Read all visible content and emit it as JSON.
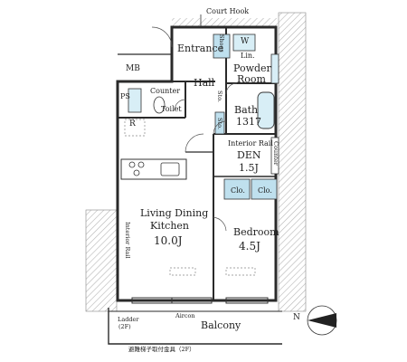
{
  "labels": {
    "court_hook": "Court Hook",
    "entrance": "Entrance",
    "shoes": "Shoes",
    "washer": "W",
    "lin": "Lin.",
    "powder_room_1": "Powder",
    "powder_room_2": "Room",
    "mb": "MB",
    "hall": "Hall",
    "ps": "PS",
    "counter_top": "Counter",
    "toilet": "Toilet",
    "r": "R",
    "sto1": "Sto.",
    "sto2": "Sto.",
    "bath": "Bath",
    "bath_size": "1317",
    "interior_rail_den": "Interior Rail",
    "den": "DEN",
    "den_size": "1.5J",
    "counter_side": "Counter",
    "clo1": "Clo.",
    "clo2": "Clo.",
    "ldk_1": "Living Dining",
    "ldk_2": "Kitchen",
    "ldk_size": "10.0J",
    "interior_rail_ldk": "Interior Rail",
    "bedroom": "Bedroom",
    "bedroom_size": "4.5J",
    "ladder": "Ladder",
    "ladder_floor": "(2F)",
    "aircon": "Aircon",
    "balcony": "Balcony",
    "bottom_note": "避難梯子取付金具（2F）",
    "north": "N"
  },
  "colors": {
    "wall": "#2a2a2a",
    "hatch": "#b5b5b5",
    "storage_fill": "#bfe0ee",
    "fixture_fill": "#d8eef6"
  }
}
